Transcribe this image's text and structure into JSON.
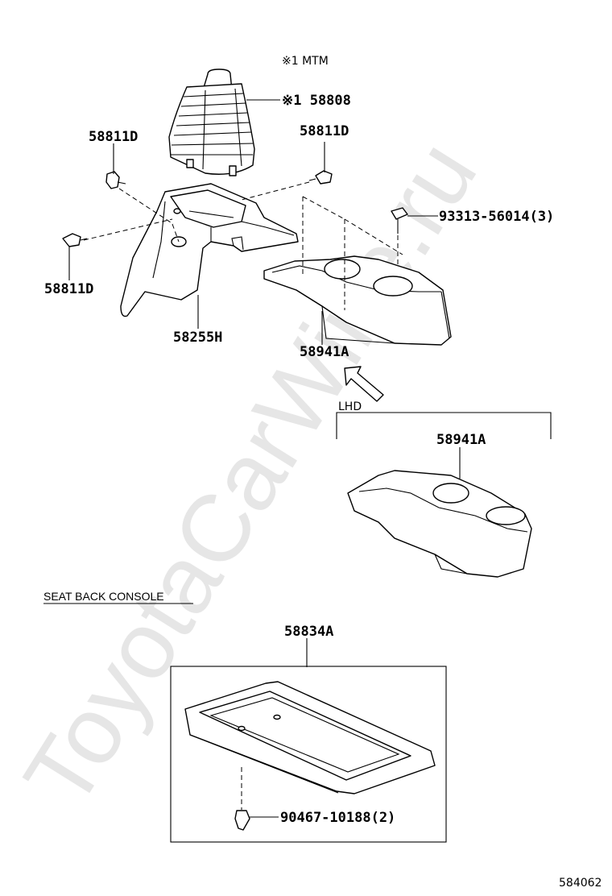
{
  "watermark": "ToyotaCarWine.ru",
  "diagram_id": "584062",
  "variant_note": "※1 MTM",
  "sections": {
    "lhd": "LHD",
    "seat_back_console": "SEAT BACK CONSOLE"
  },
  "labels": {
    "shift_boot": "※1 58808",
    "clip_top_left": "58811D",
    "clip_top_right": "58811D",
    "clip_left": "58811D",
    "bezel": "58255H",
    "screw": "93313-56014(3)",
    "box_main": "58941A",
    "box_lhd": "58941A",
    "seat_back_console": "58834A",
    "clip_bottom": "90467-10188(2)"
  }
}
